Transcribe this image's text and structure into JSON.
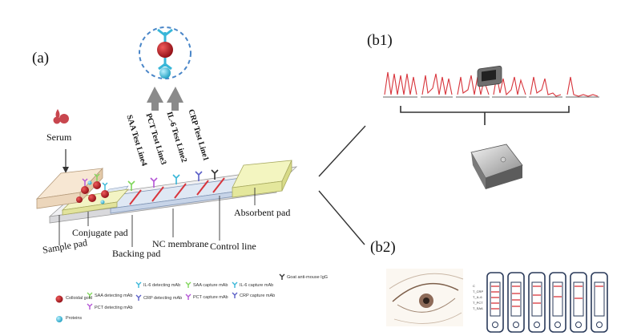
{
  "panels": {
    "a": "(a)",
    "b1": "(b1)",
    "b2": "(b2)"
  },
  "test_lines": [
    "SAA Test Line4",
    "PCT Test Line3",
    "IL-6 Test Line2",
    "CRP Test Line1"
  ],
  "callouts": {
    "serum": "Serum",
    "conjugate_pad": "Conjugate pad",
    "sample_pad": "Sample pad",
    "backing_pad": "Backing pad",
    "nc_membrane": "NC membrane",
    "control_line": "Control line",
    "absorbent_pad": "Absorbent pad"
  },
  "legend": {
    "colloidal_gold": "Colloidal gold",
    "proteins": "Proteins",
    "saa_detecting": "SAA detecting mAb",
    "il6_detecting": "IL-6 detecting mAb",
    "saa_capture": "SAA capture mAb",
    "il6_capture": "IL-6 capture mAb",
    "goat_antimouse": "Goat anti-mouse IgG",
    "pct_detecting": "PCT detecting mAb",
    "crp_detecting": "CRP detecting mAb",
    "pct_capture": "PCT capture mAb",
    "crp_capture": "CRP capture mAb"
  },
  "cassette_labels": [
    "C",
    "T_CRP",
    "T_IL-6",
    "T_PCT",
    "T_SAA"
  ],
  "colors": {
    "gold": "#b3151f",
    "protein": "#3ec3df",
    "saa": "#7fd65a",
    "pct": "#b455d6",
    "il6": "#38b6d8",
    "crp": "#5a5fc7",
    "goat": "#333333",
    "signal": "#d8353c",
    "dashed_circle": "#4a86c8"
  }
}
